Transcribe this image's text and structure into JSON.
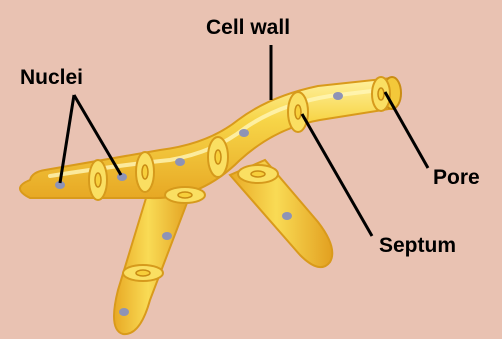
{
  "labels": {
    "nuclei": "Nuclei",
    "cell_wall": "Cell wall",
    "pore": "Pore",
    "septum": "Septum"
  },
  "colors": {
    "background": "#e9c2b2",
    "hypha_fill": "#f6cf3a",
    "hypha_edge": "#d99a1b",
    "hypha_highlight": "#fff3a6",
    "nucleus": "#8e93b6",
    "leader_line": "#000000"
  }
}
